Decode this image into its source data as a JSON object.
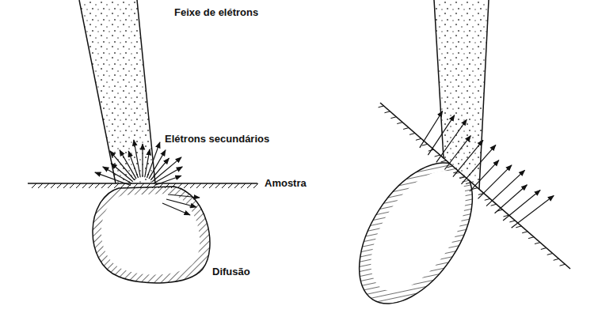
{
  "diagram": {
    "labels": [
      "Feixe de elétrons",
      "Elétrons secundários",
      "Amostra",
      "Difusão"
    ]
  }
}
